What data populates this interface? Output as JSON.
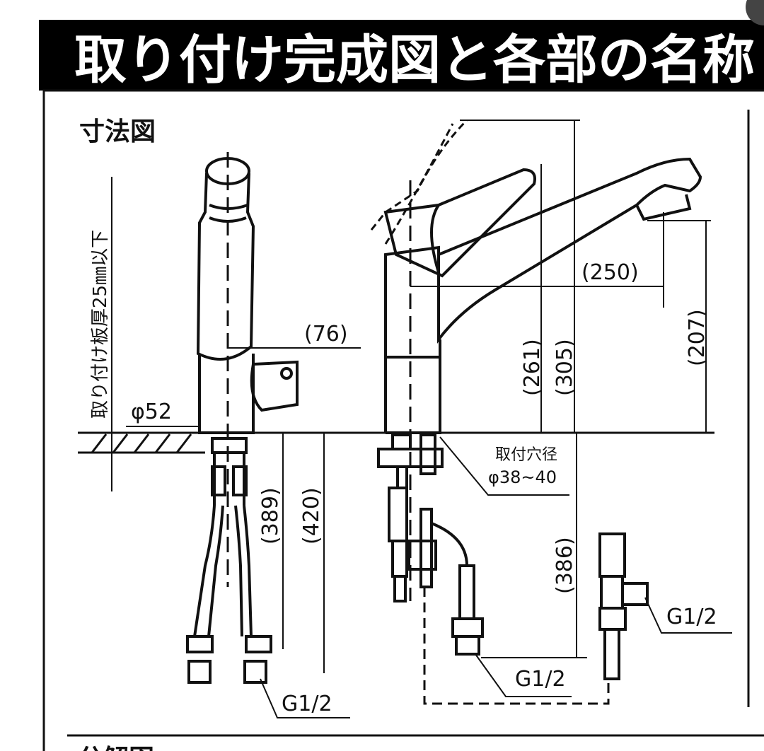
{
  "header": {
    "title": "取り付け完成図と各部の名称"
  },
  "dimension_section": {
    "title": "寸法図"
  },
  "left_view": {
    "plate_note": "取り付け板厚25㎜以下",
    "diameter": "φ52",
    "handle_reach": "(76)",
    "len_389": "(389)",
    "len_420": "(420)",
    "thread": "G1/2"
  },
  "right_view": {
    "reach_250": "(250)",
    "height_261": "(261)",
    "height_305": "(305)",
    "height_207": "(207)",
    "hole_label": "取付穴径",
    "hole_diameter": "φ38~40",
    "len_386": "(386)",
    "thread_hose": "G1/2",
    "thread_valve": "G1/2"
  },
  "footer": {
    "partial_heading": "分解図"
  },
  "colors": {
    "header_bg": "#000000",
    "header_text": "#ffffff",
    "line": "#111111"
  }
}
